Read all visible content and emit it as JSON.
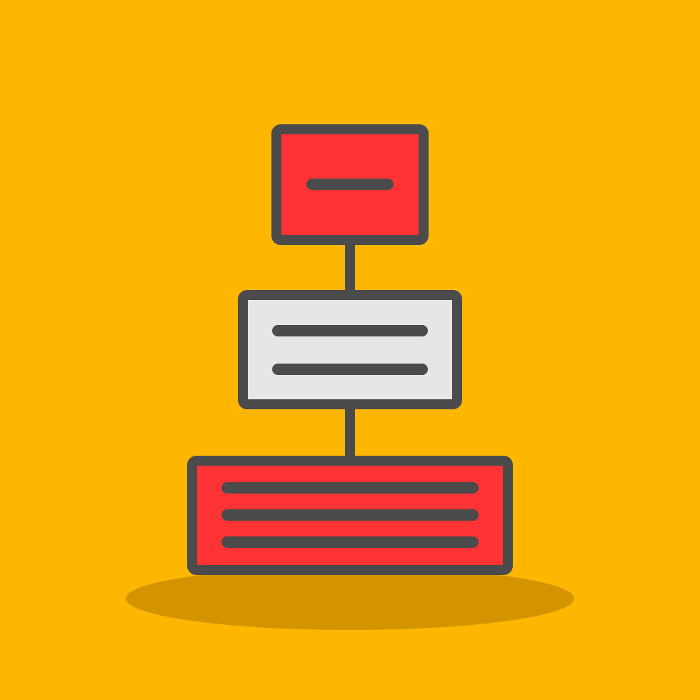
{
  "icon": {
    "name": "hierarchy-flowchart-icon",
    "levels": [
      {
        "level": "top",
        "text_lines": 1
      },
      {
        "level": "middle",
        "text_lines": 2
      },
      {
        "level": "bottom",
        "text_lines": 3
      }
    ]
  },
  "colors": {
    "background": "#FDB702",
    "shadow": "#D49400",
    "outline": "#4B4B4B",
    "top_fill": "#FF3333",
    "middle_fill": "#E6E6E6",
    "bottom_fill": "#FF3333",
    "line_stroke": "#4B4B4B"
  }
}
